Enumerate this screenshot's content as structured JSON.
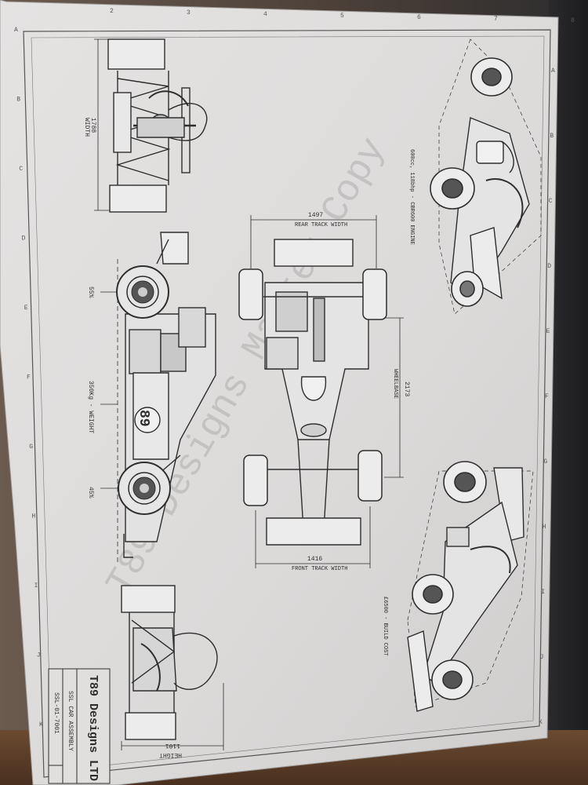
{
  "title_block": {
    "company": "T89 Designs LTD",
    "drawing_title": "SSL CAR ASSEMBLY",
    "drawing_number": "SSL-01-7001"
  },
  "watermark": "T89 Designs Master Copy",
  "dimensions": {
    "width_value": "1788",
    "width_label": "WIDTH",
    "rear_track_value": "1497",
    "rear_track_label": "REAR TRACK WIDTH",
    "wheelbase_value": "2173",
    "wheelbase_label": "WHEELBASE",
    "front_track_value": "1416",
    "front_track_label": "FRONT TRACK WIDTH",
    "height_value": "1101",
    "height_label": "HEIGHT"
  },
  "side_view": {
    "rear_weight_split": "55%",
    "front_weight_split": "45%",
    "weight": "350Kg - WEIGHT",
    "car_number": "89"
  },
  "callouts": {
    "engine": "600cc, 118bhp - CBR600 ENGINE",
    "cost": "£6500 - BUILD COST"
  },
  "grid_letters": [
    "A",
    "B",
    "C",
    "D",
    "E",
    "F",
    "G",
    "H",
    "I",
    "J",
    "K"
  ],
  "grid_numbers": [
    "2",
    "3",
    "4",
    "5",
    "6",
    "7",
    "8"
  ],
  "colors": {
    "paper": "#dedcdb",
    "line": "#2e2e2e",
    "watermark": "#b9b7b6"
  }
}
